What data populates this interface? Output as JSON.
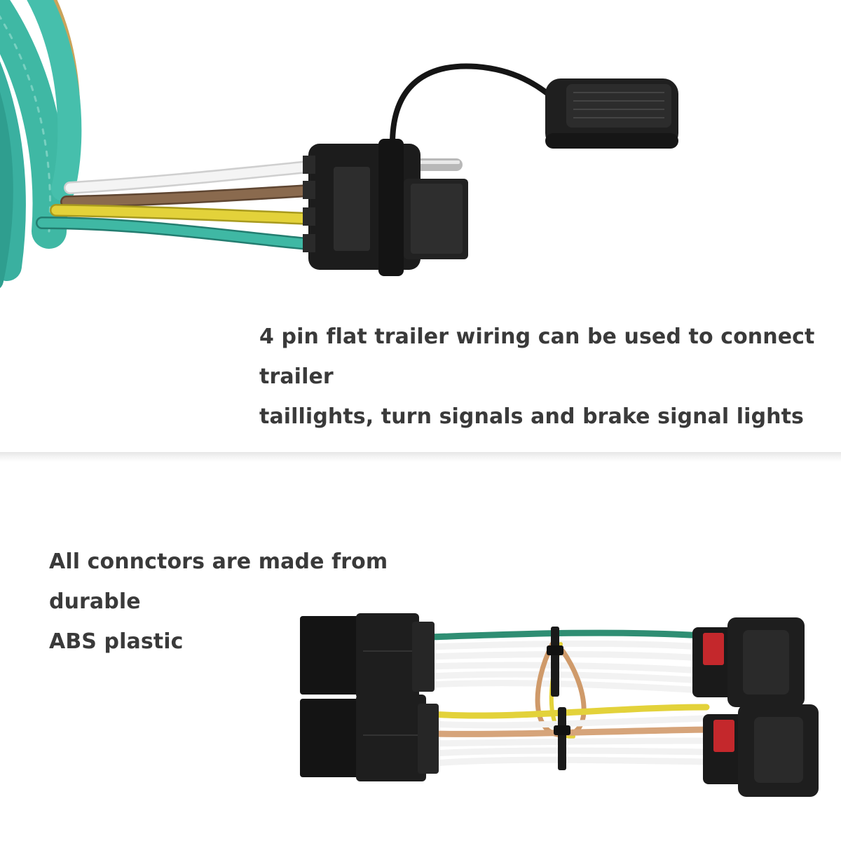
{
  "top_caption": {
    "line1": "4 pin flat trailer wiring can be used to connect trailer",
    "line2": "taillights, turn signals and brake signal lights"
  },
  "bottom_caption": {
    "line1": "All connctors are made from durable",
    "line2": "ABS plastic"
  },
  "colors": {
    "wire_white": "#f4f4f4",
    "wire_brown": "#8a6a4e",
    "wire_yellow": "#e3d23a",
    "wire_green": "#3fb8a4",
    "connector_black": "#1c1c1c",
    "latch_red": "#c4282c",
    "text": "#3a3a3a"
  }
}
